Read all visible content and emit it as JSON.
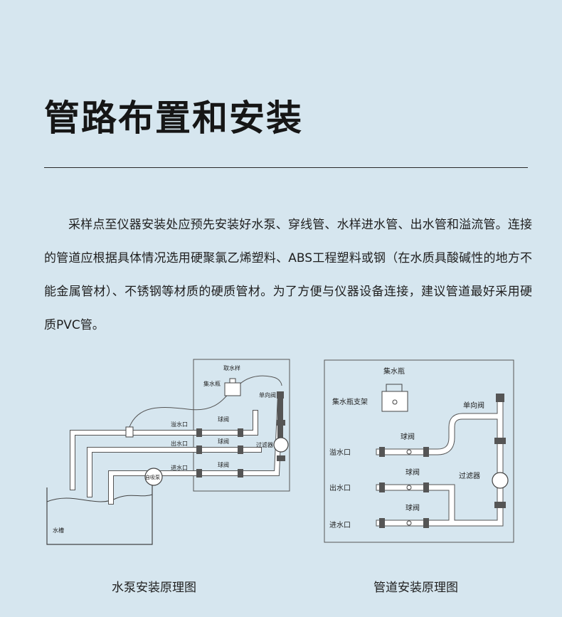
{
  "page": {
    "title": "管路布置和安装",
    "paragraph": "采样点至仪器安装处应预先安装好水泵、穿线管、水样进水管、出水管和溢流管。连接的管道应根据具体情况选用硬聚氯乙烯塑料、ABS工程塑料或钢（在水质具酸碱性的地方不能金属管材）、不锈钢等材质的硬质管材。为了方便与仪器设备连接，建议管道最好采用硬质PVC管。"
  },
  "diagram_left": {
    "caption": "水泵安装原理图",
    "labels": {
      "sampling": "取水样",
      "collector": "集水瓶",
      "check_valve": "单向阀",
      "overflow": "溢水口",
      "outlet": "出水口",
      "inlet": "进水口",
      "ball_valve_1": "球阀",
      "ball_valve_2": "球阀",
      "ball_valve_3": "球阀",
      "filter": "过滤器",
      "pump": "自吸泵",
      "tank": "水槽"
    }
  },
  "diagram_right": {
    "caption": "管道安装原理图",
    "labels": {
      "collector": "集水瓶",
      "collector_stand": "集水瓶支架",
      "check_valve": "单向阀",
      "ball_valve_1": "球阀",
      "ball_valve_2": "球阀",
      "ball_valve_3": "球阀",
      "overflow": "溢水口",
      "outlet": "出水口",
      "inlet": "进水口",
      "filter": "过滤器"
    }
  }
}
